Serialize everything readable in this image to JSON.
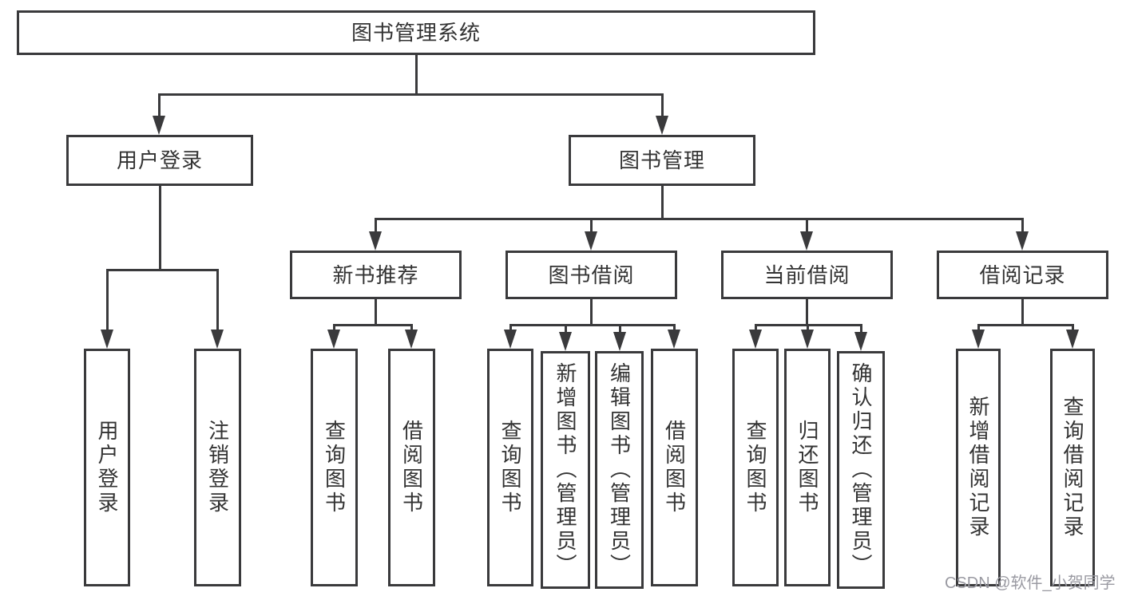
{
  "colors": {
    "line": "#3a3a3c",
    "text": "#333333",
    "background": "#ffffff"
  },
  "tree": {
    "label": "图书管理系统",
    "children": [
      {
        "label": "用户登录",
        "children": [
          {
            "label": "用户登录"
          },
          {
            "label": "注销登录"
          }
        ]
      },
      {
        "label": "图书管理",
        "children": [
          {
            "label": "新书推荐",
            "children": [
              {
                "label": "查询图书"
              },
              {
                "label": "借阅图书"
              }
            ]
          },
          {
            "label": "图书借阅",
            "children": [
              {
                "label": "查询图书"
              },
              {
                "label": "新增图书（管理员）"
              },
              {
                "label": "编辑图书（管理员）"
              },
              {
                "label": "借阅图书"
              }
            ]
          },
          {
            "label": "当前借阅",
            "children": [
              {
                "label": "查询图书"
              },
              {
                "label": "归还图书"
              },
              {
                "label": "确认归还（管理员）"
              }
            ]
          },
          {
            "label": "借阅记录",
            "children": [
              {
                "label": "新增借阅记录"
              },
              {
                "label": "查询借阅记录"
              }
            ]
          }
        ]
      }
    ]
  },
  "watermark": {
    "text": "CSDN @软件_小贺同学",
    "color": "#9a9aa2"
  }
}
